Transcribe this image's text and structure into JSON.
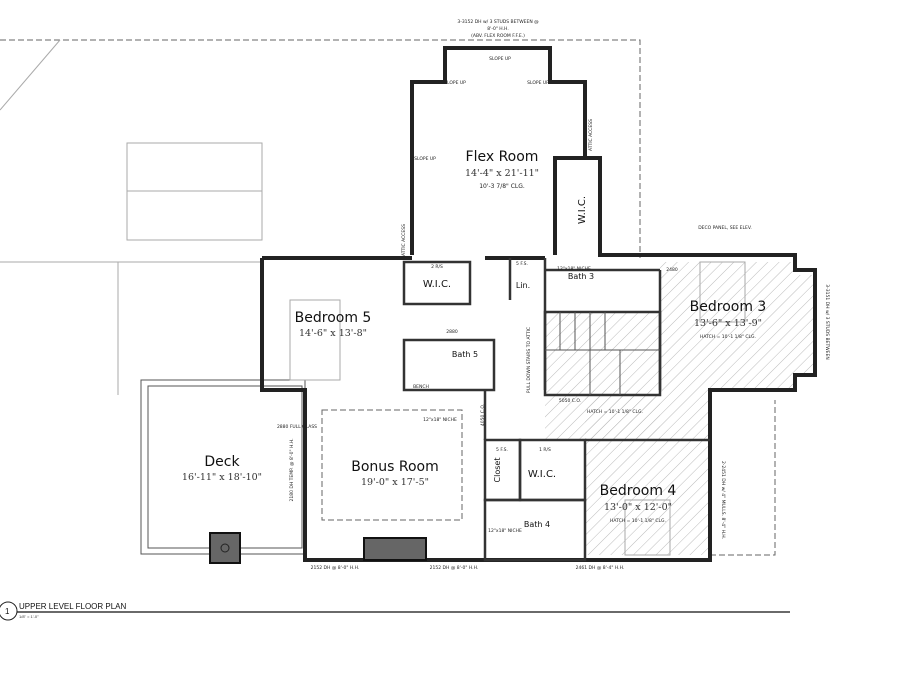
{
  "rooms": {
    "flex": {
      "name": "Flex Room",
      "dims": "14'-4\" x 21'-11\"",
      "ceiling": "10'-3 7/8\" CLG."
    },
    "bedroom5": {
      "name": "Bedroom 5",
      "dims": "14'-6\" x 13'-8\""
    },
    "bedroom3": {
      "name": "Bedroom 3",
      "dims": "13'-6\" x 13'-9\"",
      "ceiling": "HATCH = 10'-1 1/8\" CLG."
    },
    "bedroom4": {
      "name": "Bedroom 4",
      "dims": "13'-0\" x 12'-0\"",
      "ceiling": "HATCH = 10'-1 1/8\" CLG."
    },
    "bonus": {
      "name": "Bonus Room",
      "dims": "19'-0\" x 17'-5\""
    },
    "deck": {
      "name": "Deck",
      "dims": "16'-11\" x 18'-10\""
    },
    "wic_upper": {
      "name": "W.I.C."
    },
    "wic5": {
      "name": "W.I.C."
    },
    "wic4": {
      "name": "W.I.C."
    },
    "bath3": {
      "name": "Bath 3"
    },
    "bath5": {
      "name": "Bath 5"
    },
    "bath4": {
      "name": "Bath 4"
    },
    "linen": {
      "name": "Lin."
    },
    "closet": {
      "name": "Closet"
    }
  },
  "notes": {
    "top_window": "3-3152 DH w/ 3 STUDS BETWEEN @",
    "top_window_2": "8'-0\" H.H.",
    "top_window_3": "(ABV. FLEX ROOM F.F.E.)",
    "slope_up": "SLOPE UP",
    "attic_access": "ATTIC ACCESS",
    "deco_panel": "DECO PANEL, SEE ELEV.",
    "hallway_ceiling": "HATCH = 10'-1 1/8\" CLG.",
    "niche_bonus": "12\"x18\" NICHE",
    "niche_bath3": "12\"x18\" NICHE",
    "niche_bath4": "12\"x18\" NICHE",
    "full_glass": "2880 FULL GLASS",
    "stairs_attic": "PULL DOWN STAIRS TO ATTIC",
    "bench": "BENCH",
    "door_2880": "2880",
    "door_2480": "2480",
    "co_5050": "5050 C.O.",
    "co_4050": "4050 C.O.",
    "rs_2": "2 R/S",
    "rs_1": "1 R/S",
    "fs_5": "5 F.S.",
    "win_bonus_bottom": "2152 DH @ 8'-0\" H.H.",
    "win_bed4_bottom": "2461 DH @ 8'-4\" H.H.",
    "win_deck_temp": "2180 DH TEMP. @ 8'-0\" H.H.",
    "win_bed4_right": "2-2451 DH w/ 4\" MULLS. 8'-4\" H.H.",
    "win_bed3_bay": "3-3151 DH w/ 3 STUDS BETWEEN"
  },
  "title_block": {
    "number": "1",
    "title": "UPPER LEVEL FLOOR PLAN",
    "scale": "1/8\" = 1'-0\""
  }
}
